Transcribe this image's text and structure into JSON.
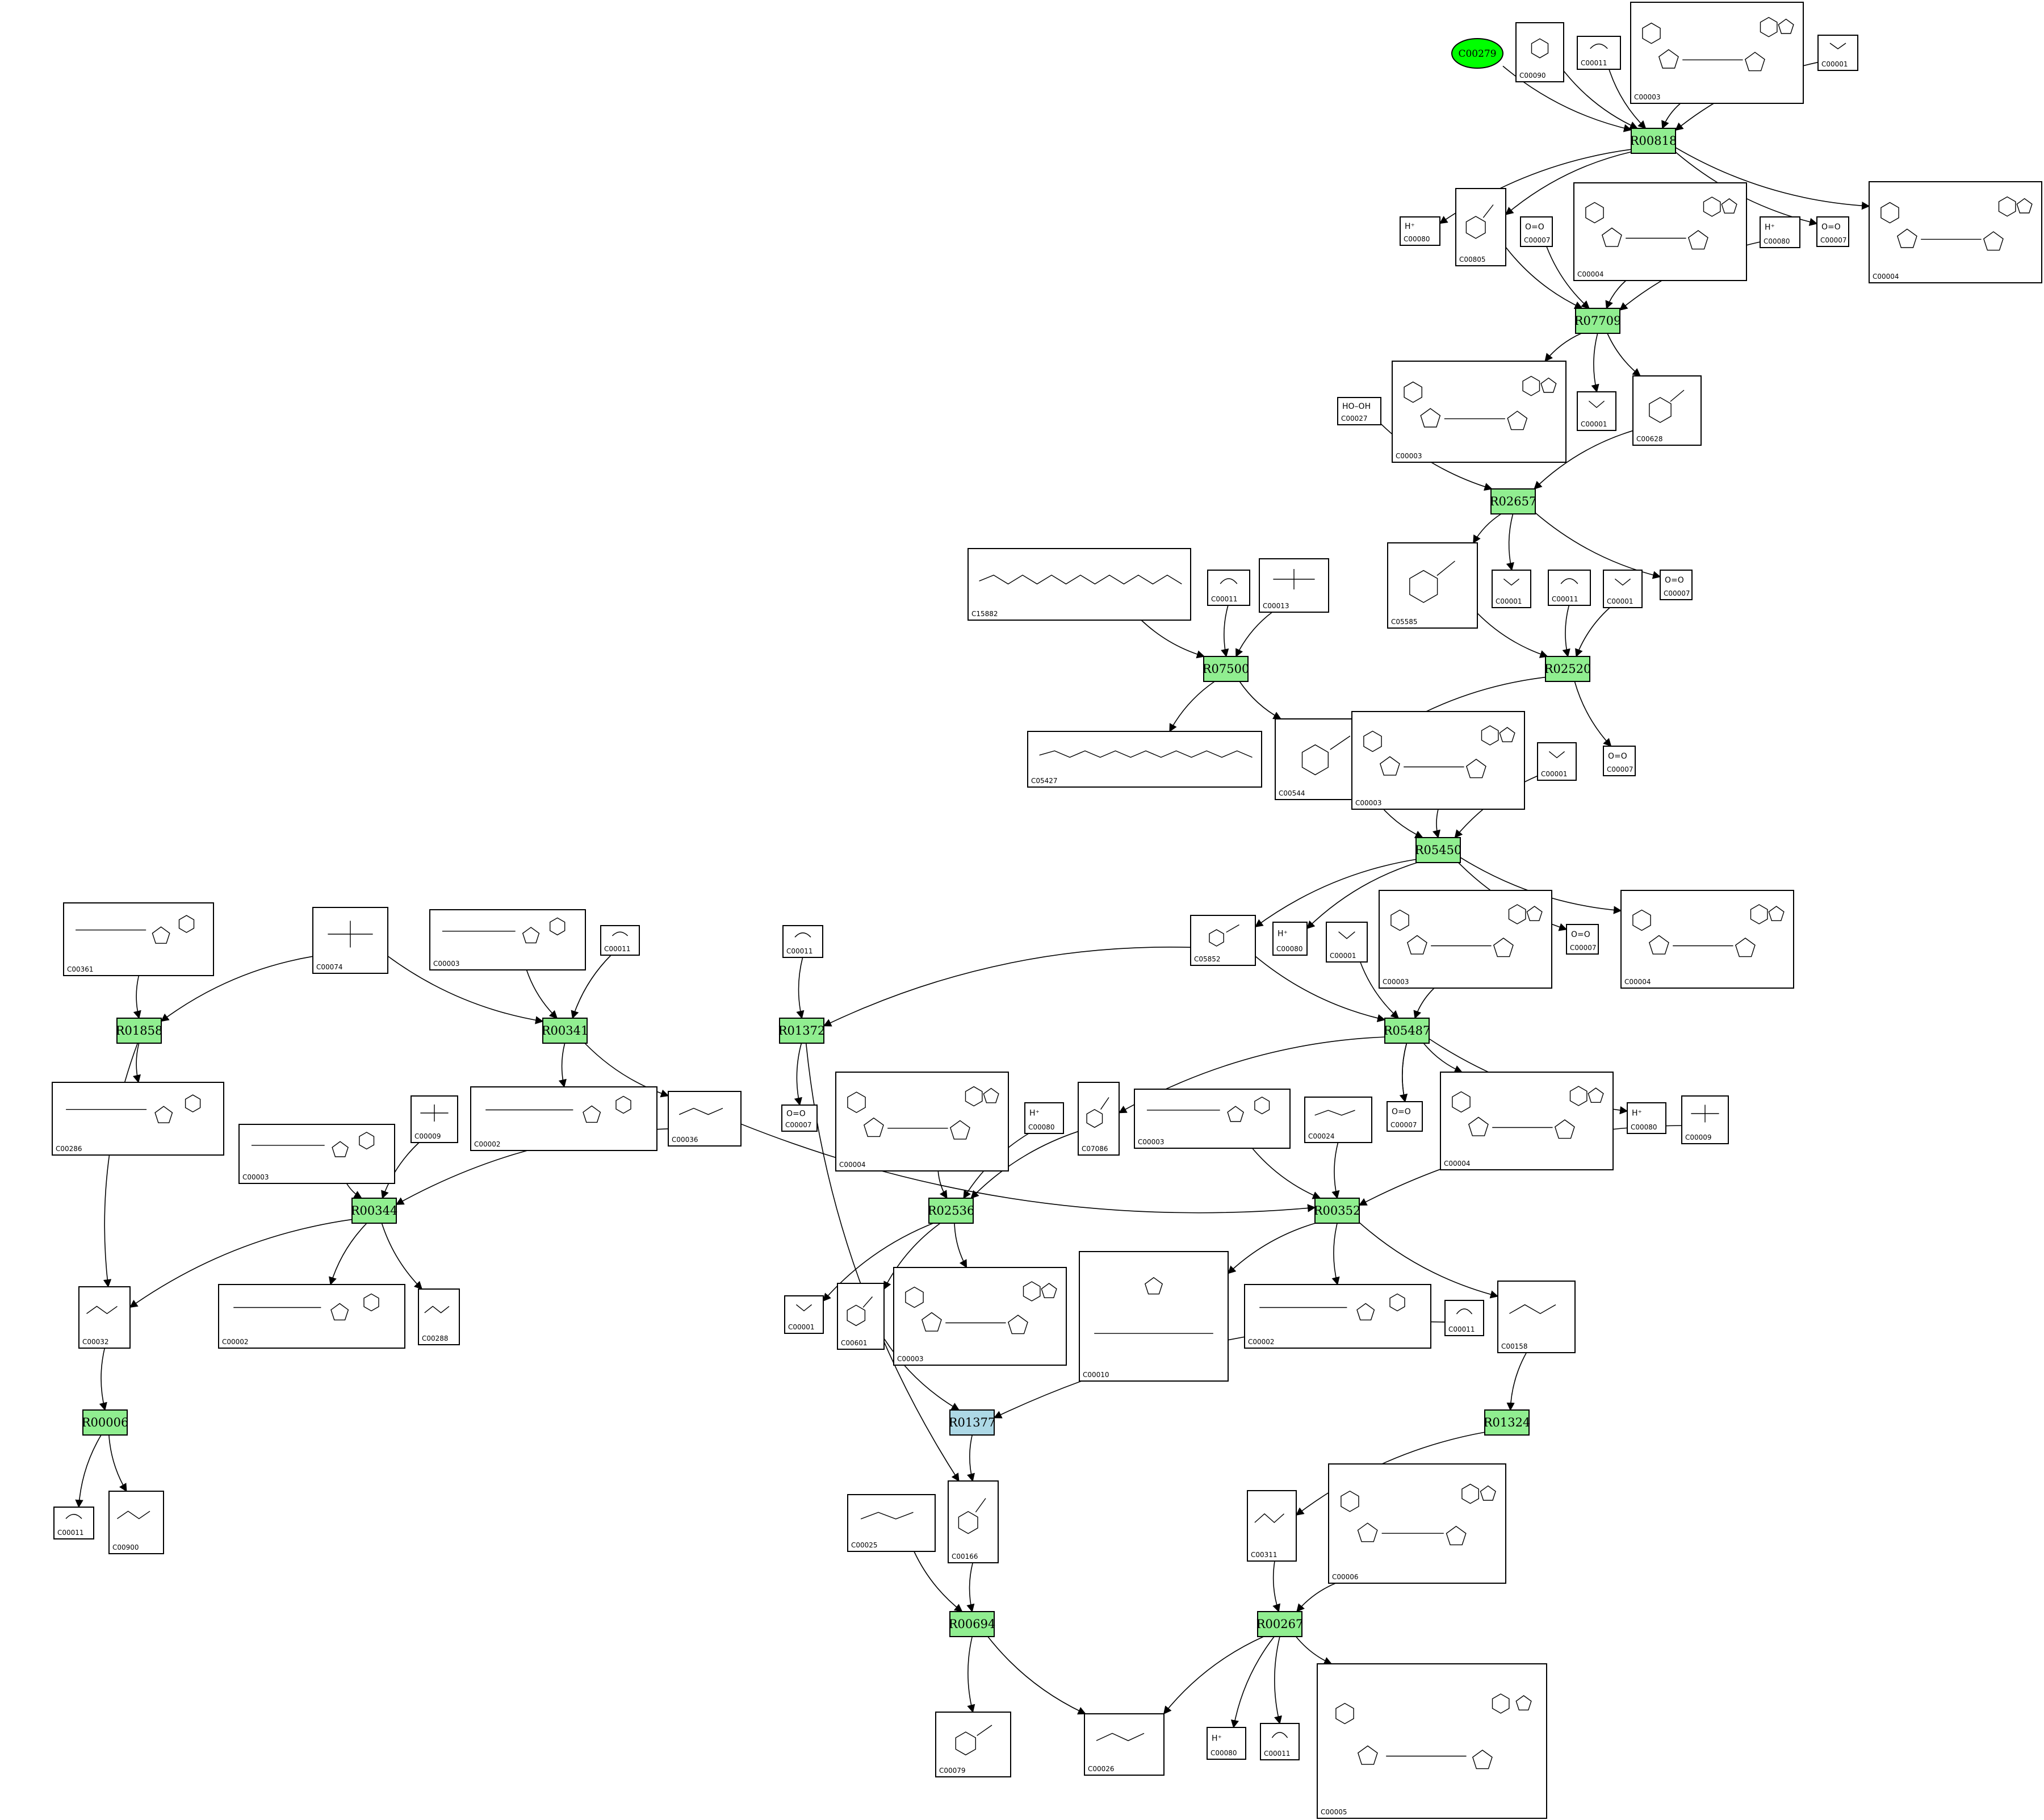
{
  "root_node": "C00279",
  "reactions": [
    {
      "id": "R00818",
      "color": "green"
    },
    {
      "id": "R07709",
      "color": "green"
    },
    {
      "id": "R02657",
      "color": "green"
    },
    {
      "id": "R07500",
      "color": "green"
    },
    {
      "id": "R02520",
      "color": "green"
    },
    {
      "id": "R05450",
      "color": "green"
    },
    {
      "id": "R01858",
      "color": "green"
    },
    {
      "id": "R00341",
      "color": "green"
    },
    {
      "id": "R01372",
      "color": "green"
    },
    {
      "id": "R05487",
      "color": "green"
    },
    {
      "id": "R00344",
      "color": "green"
    },
    {
      "id": "R02536",
      "color": "green"
    },
    {
      "id": "R00352",
      "color": "green"
    },
    {
      "id": "R00006",
      "color": "green"
    },
    {
      "id": "R01377",
      "color": "blue"
    },
    {
      "id": "R01324",
      "color": "green"
    },
    {
      "id": "R00694",
      "color": "green"
    },
    {
      "id": "R00267",
      "color": "green"
    }
  ],
  "compounds": [
    {
      "key": "c1",
      "id": "C00090",
      "formula": "",
      "icon": "catechol"
    },
    {
      "key": "c2",
      "id": "C00011",
      "formula": "",
      "icon": "co2"
    },
    {
      "key": "c3",
      "id": "C00003",
      "formula": "",
      "icon": "nad"
    },
    {
      "key": "c4",
      "id": "C00001",
      "formula": "",
      "icon": "water"
    },
    {
      "key": "c5",
      "id": "C00080",
      "formula": "H⁺",
      "icon": "text"
    },
    {
      "key": "c6",
      "id": "C00805",
      "formula": "",
      "icon": "aromatic"
    },
    {
      "key": "c7",
      "id": "C00007",
      "formula": "O=O",
      "icon": "text"
    },
    {
      "key": "c8",
      "id": "C00004",
      "formula": "",
      "icon": "nad"
    },
    {
      "key": "c9",
      "id": "C00080",
      "formula": "H⁺",
      "icon": "text"
    },
    {
      "key": "c10",
      "id": "C00007",
      "formula": "O=O",
      "icon": "text"
    },
    {
      "key": "c11",
      "id": "C00004",
      "formula": "",
      "icon": "nad"
    },
    {
      "key": "c12",
      "id": "C00003",
      "formula": "",
      "icon": "nad"
    },
    {
      "key": "c13",
      "id": "C00001",
      "formula": "",
      "icon": "water"
    },
    {
      "key": "c14",
      "id": "C00628",
      "formula": "",
      "icon": "aromatic"
    },
    {
      "key": "c15",
      "id": "C00027",
      "formula": "HO–OH",
      "icon": "text"
    },
    {
      "key": "c16",
      "id": "C15882",
      "formula": "",
      "icon": "chain"
    },
    {
      "key": "c17",
      "id": "C00011",
      "formula": "",
      "icon": "co2"
    },
    {
      "key": "c18",
      "id": "C00013",
      "formula": "",
      "icon": "phosphate"
    },
    {
      "key": "c19",
      "id": "C05585",
      "formula": "",
      "icon": "aromatic"
    },
    {
      "key": "c20",
      "id": "C00001",
      "formula": "",
      "icon": "water"
    },
    {
      "key": "c21",
      "id": "C00011",
      "formula": "",
      "icon": "co2"
    },
    {
      "key": "c22",
      "id": "C00001",
      "formula": "",
      "icon": "water"
    },
    {
      "key": "c23",
      "id": "C00007",
      "formula": "O=O",
      "icon": "text"
    },
    {
      "key": "c24",
      "id": "C05427",
      "formula": "",
      "icon": "chain"
    },
    {
      "key": "c25",
      "id": "C00544",
      "formula": "",
      "icon": "aromatic"
    },
    {
      "key": "c26",
      "id": "C00003",
      "formula": "",
      "icon": "nad"
    },
    {
      "key": "c27",
      "id": "C00001",
      "formula": "",
      "icon": "water"
    },
    {
      "key": "c28",
      "id": "C00007",
      "formula": "O=O",
      "icon": "text"
    },
    {
      "key": "c29",
      "id": "C00361",
      "formula": "",
      "icon": "nucleotide"
    },
    {
      "key": "c30",
      "id": "C00074",
      "formula": "",
      "icon": "phosphate"
    },
    {
      "key": "c31",
      "id": "C00003",
      "formula": "",
      "icon": "nucleotide"
    },
    {
      "key": "c32",
      "id": "C00011",
      "formula": "",
      "icon": "co2"
    },
    {
      "key": "c33",
      "id": "C00011",
      "formula": "",
      "icon": "co2"
    },
    {
      "key": "c34",
      "id": "C05852",
      "formula": "",
      "icon": "aromatic"
    },
    {
      "key": "c35",
      "id": "C00080",
      "formula": "H⁺",
      "icon": "text"
    },
    {
      "key": "c36",
      "id": "C00001",
      "formula": "",
      "icon": "water"
    },
    {
      "key": "c37",
      "id": "C00003",
      "formula": "",
      "icon": "nad"
    },
    {
      "key": "c38",
      "id": "C00007",
      "formula": "O=O",
      "icon": "text"
    },
    {
      "key": "c39",
      "id": "C00004",
      "formula": "",
      "icon": "nad"
    },
    {
      "key": "c40",
      "id": "C00286",
      "formula": "",
      "icon": "nucleotide"
    },
    {
      "key": "c41",
      "id": "C00002",
      "formula": "",
      "icon": "nucleotide"
    },
    {
      "key": "c42",
      "id": "C00036",
      "formula": "",
      "icon": "small"
    },
    {
      "key": "c43",
      "id": "C00007",
      "formula": "O=O",
      "icon": "text"
    },
    {
      "key": "c44",
      "id": "C00004",
      "formula": "",
      "icon": "nad"
    },
    {
      "key": "c45",
      "id": "C00080",
      "formula": "H⁺",
      "icon": "text"
    },
    {
      "key": "c46",
      "id": "C07086",
      "formula": "",
      "icon": "aromatic"
    },
    {
      "key": "c47",
      "id": "C00003",
      "formula": "",
      "icon": "nucleotide"
    },
    {
      "key": "c48",
      "id": "C00024",
      "formula": "",
      "icon": "small"
    },
    {
      "key": "c49",
      "id": "C00007",
      "formula": "O=O",
      "icon": "text"
    },
    {
      "key": "c50",
      "id": "C00004",
      "formula": "",
      "icon": "nad"
    },
    {
      "key": "c51",
      "id": "C00080",
      "formula": "H⁺",
      "icon": "text"
    },
    {
      "key": "c52",
      "id": "C00009",
      "formula": "",
      "icon": "phosphate"
    },
    {
      "key": "c53",
      "id": "C00003",
      "formula": "",
      "icon": "nucleotide"
    },
    {
      "key": "c54",
      "id": "C00009",
      "formula": "",
      "icon": "phosphate"
    },
    {
      "key": "c55",
      "id": "C00032",
      "formula": "",
      "icon": "small"
    },
    {
      "key": "c56",
      "id": "C00002",
      "formula": "",
      "icon": "nucleotide"
    },
    {
      "key": "c57",
      "id": "C00288",
      "formula": "",
      "icon": "small"
    },
    {
      "key": "c58",
      "id": "C00001",
      "formula": "",
      "icon": "water"
    },
    {
      "key": "c59",
      "id": "C00601",
      "formula": "",
      "icon": "aromatic"
    },
    {
      "key": "c60",
      "id": "C00003",
      "formula": "",
      "icon": "nad"
    },
    {
      "key": "c61",
      "id": "C00010",
      "formula": "",
      "icon": "coa"
    },
    {
      "key": "c62",
      "id": "C00002",
      "formula": "",
      "icon": "nucleotide"
    },
    {
      "key": "c63",
      "id": "C00011",
      "formula": "",
      "icon": "co2"
    },
    {
      "key": "c64",
      "id": "C00158",
      "formula": "",
      "icon": "small"
    },
    {
      "key": "c65",
      "id": "C00011",
      "formula": "",
      "icon": "co2"
    },
    {
      "key": "c66",
      "id": "C00900",
      "formula": "",
      "icon": "small"
    },
    {
      "key": "c67",
      "id": "C00025",
      "formula": "",
      "icon": "small"
    },
    {
      "key": "c68",
      "id": "C00166",
      "formula": "",
      "icon": "aromatic"
    },
    {
      "key": "c69",
      "id": "C00311",
      "formula": "",
      "icon": "small"
    },
    {
      "key": "c70",
      "id": "C00006",
      "formula": "",
      "icon": "nad"
    },
    {
      "key": "c71",
      "id": "C00079",
      "formula": "",
      "icon": "aromatic"
    },
    {
      "key": "c72",
      "id": "C00026",
      "formula": "",
      "icon": "small"
    },
    {
      "key": "c73",
      "id": "C00080",
      "formula": "H⁺",
      "icon": "text"
    },
    {
      "key": "c74",
      "id": "C00011",
      "formula": "",
      "icon": "co2"
    },
    {
      "key": "c75",
      "id": "C00005",
      "formula": "",
      "icon": "nad"
    }
  ]
}
